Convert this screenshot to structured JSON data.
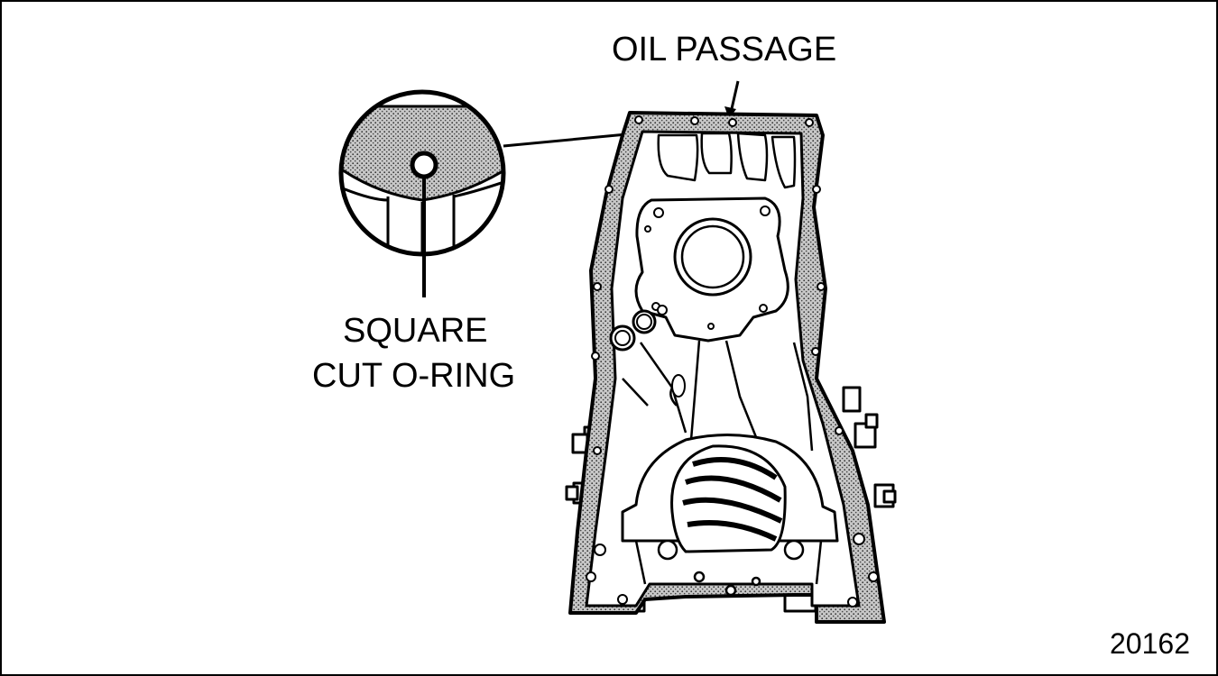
{
  "labels": {
    "oil_passage": "OIL PASSAGE",
    "o_ring_line1": "SQUARE",
    "o_ring_line2": "CUT O-RING",
    "figure_number": "20162"
  },
  "colors": {
    "ink": "#000000",
    "gasket_fill": "#9a9a9a",
    "paper": "#ffffff"
  }
}
